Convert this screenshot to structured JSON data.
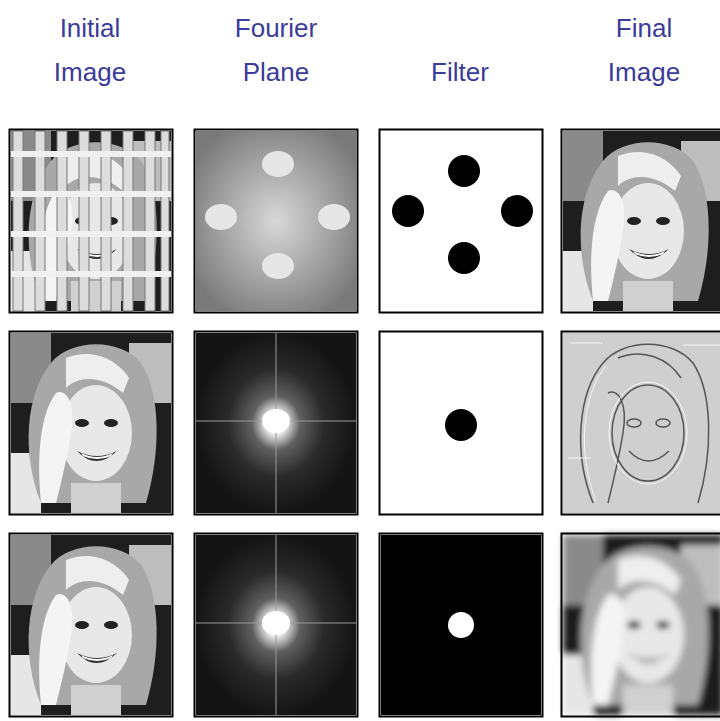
{
  "diagram": {
    "labels": [
      "Initial Image",
      "Fourier Plane",
      "Filter",
      "Final Image"
    ]
  }
}
